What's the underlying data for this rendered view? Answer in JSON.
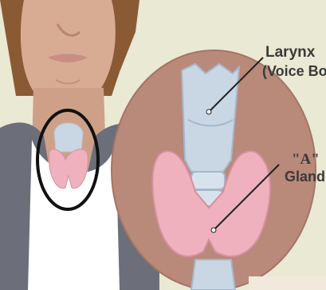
{
  "labels": {
    "larynx_title": "Larynx",
    "larynx_subtitle": "(Voice Box)",
    "gland_title": "\"A\"",
    "gland_subtitle": "Gland"
  },
  "colors": {
    "background": "#e9e9d4",
    "skin": "#d2a48c",
    "hair": "#8a5a34",
    "shirt_collar": "#6c6f7a",
    "tshirt": "#ffffff",
    "magnifier_fill": "#b9897a",
    "gland_pink": "#eeb1bd",
    "larynx_blue": "#c9d6e3",
    "focus_circle": "#111111",
    "pointer_lines": "#222222"
  }
}
